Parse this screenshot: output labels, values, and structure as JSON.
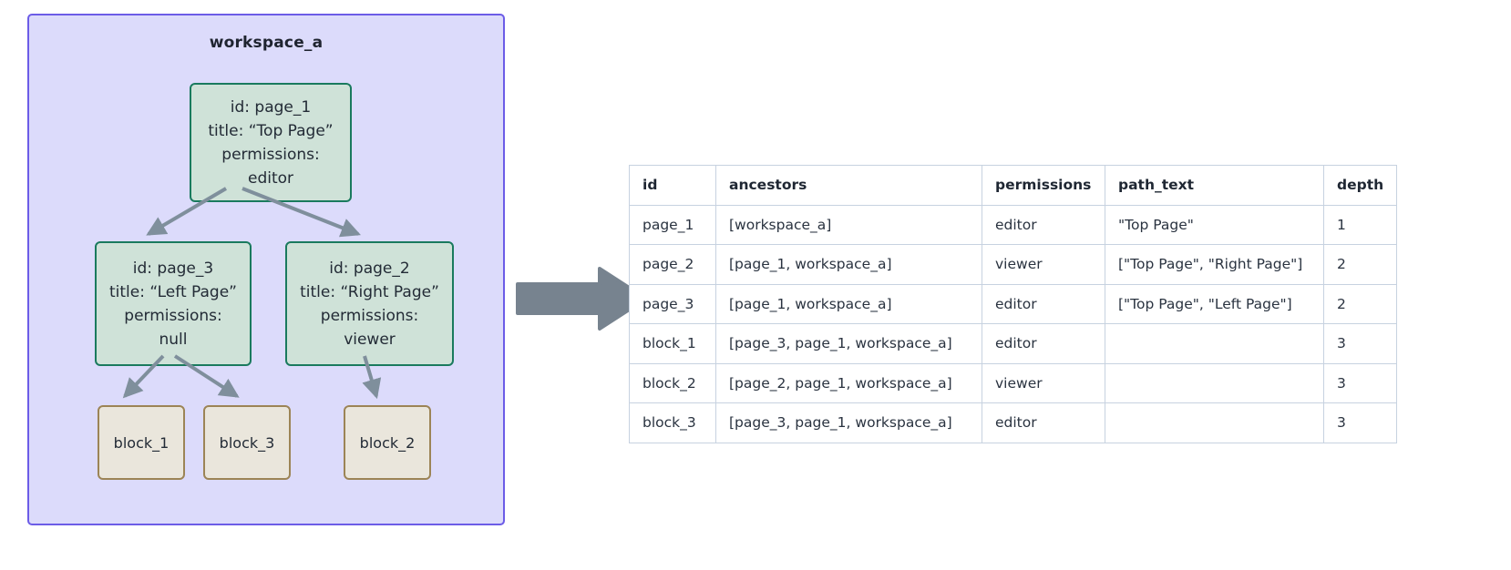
{
  "workspace": {
    "title": "workspace_a",
    "container_fill": "#dcdbfb",
    "container_border": "#6c5ce7",
    "page_node_fill": "#cfe2d8",
    "page_node_border": "#1a7a5e",
    "block_node_fill": "#eae6dc",
    "block_node_border": "#9c8456",
    "edge_color": "#7f8f9c"
  },
  "nodes": [
    {
      "key": "page_1",
      "kind": "page",
      "lines": [
        "id: page_1",
        "title: “Top Page”",
        "permissions:",
        "editor"
      ]
    },
    {
      "key": "page_3",
      "kind": "page",
      "lines": [
        "id: page_3",
        "title: “Left Page”",
        "permissions:",
        "null"
      ]
    },
    {
      "key": "page_2",
      "kind": "page",
      "lines": [
        "id: page_2",
        "title: “Right Page”",
        "permissions:",
        "viewer"
      ]
    },
    {
      "key": "block_1",
      "kind": "block",
      "lines": [
        "block_1"
      ]
    },
    {
      "key": "block_3",
      "kind": "block",
      "lines": [
        "block_3"
      ]
    },
    {
      "key": "block_2",
      "kind": "block",
      "lines": [
        "block_2"
      ]
    }
  ],
  "edges": [
    {
      "from": "page_1",
      "to": "page_3"
    },
    {
      "from": "page_1",
      "to": "page_2"
    },
    {
      "from": "page_3",
      "to": "block_1"
    },
    {
      "from": "page_3",
      "to": "block_3"
    },
    {
      "from": "page_2",
      "to": "block_2"
    }
  ],
  "transition": {
    "icon": "right-block-arrow",
    "color": "#77838f"
  },
  "table": {
    "columns": [
      "id",
      "ancestors",
      "permissions",
      "path_text",
      "depth"
    ],
    "rows": [
      {
        "id": "page_1",
        "ancestors": "[workspace_a]",
        "permissions": "editor",
        "path_text": "\"Top Page\"",
        "depth": "1"
      },
      {
        "id": "page_2",
        "ancestors": "[page_1, workspace_a]",
        "permissions": "viewer",
        "path_text": "[\"Top Page\", \"Right Page\"]",
        "depth": "2"
      },
      {
        "id": "page_3",
        "ancestors": "[page_1, workspace_a]",
        "permissions": "editor",
        "path_text": "[\"Top Page\", \"Left Page\"]",
        "depth": "2"
      },
      {
        "id": "block_1",
        "ancestors": "[page_3, page_1, workspace_a]",
        "permissions": "editor",
        "path_text": "",
        "depth": "3"
      },
      {
        "id": "block_2",
        "ancestors": "[page_2, page_1, workspace_a]",
        "permissions": "viewer",
        "path_text": "",
        "depth": "3"
      },
      {
        "id": "block_3",
        "ancestors": "[page_3, page_1, workspace_a]",
        "permissions": "editor",
        "path_text": "",
        "depth": "3"
      }
    ]
  }
}
